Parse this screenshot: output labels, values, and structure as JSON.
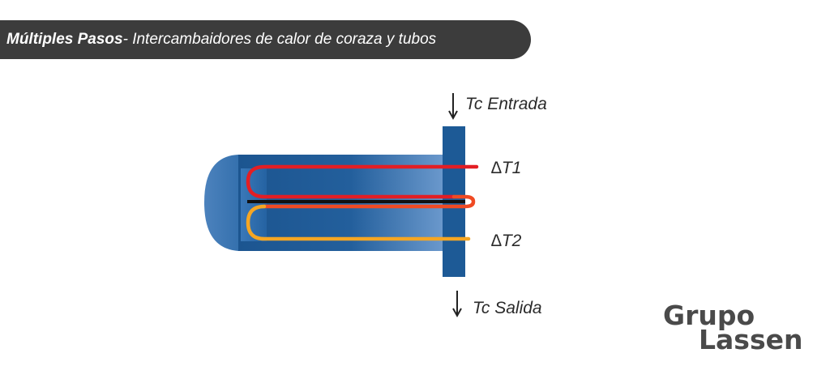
{
  "header": {
    "title_bold": "Múltiples Pasos",
    "title_rest": " - Intercambaidores de calor de coraza y tubos"
  },
  "labels": {
    "inlet": "Tc Entrada",
    "outlet": "Tc Salida",
    "delta_t1": "∆T1",
    "delta_t2": "∆T2"
  },
  "logo": {
    "line1": "Grupo",
    "line2": "Lassen"
  },
  "colors": {
    "banner": "#3c3c3c",
    "shell_dark": "#1c5590",
    "shell_mid": "#2a6aa8",
    "shell_light": "#5a8ec6",
    "tube_red": "#e31e24",
    "tube_orange_red": "#f04a23",
    "tube_orange": "#f5a623",
    "divider": "#111111",
    "logo": "#4a4a4a"
  }
}
